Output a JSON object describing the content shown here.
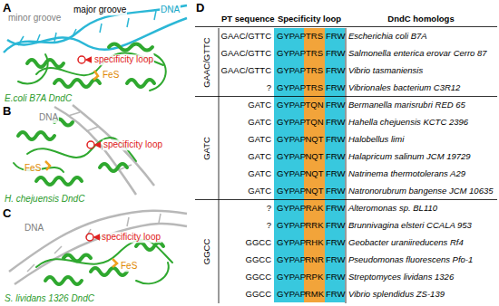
{
  "diagram": {
    "labels": [
      "A",
      "minor groove",
      "major groove",
      "DNA",
      "specificity loop",
      "FeS",
      "E.coli B7A DndC",
      "B",
      "DNA",
      "specificity loop",
      "FeS",
      "H. chejuensis DndC",
      "C",
      "DNA",
      "specificity loop",
      "FeS",
      "S. lividans 1326 DndC",
      "D",
      "PT sequence",
      "Specificity loop",
      "DndC homologs",
      "GAAC/GTTC",
      "GATC",
      "GGCC",
      "GAAC/GTTC",
      "GYPAP",
      "TRS",
      "FRW",
      "Escherichia coli B7A",
      "GAAC/GTTC",
      "GYPAP",
      "TRS",
      "FRW",
      "Salmonella enterica erovar Cerro 87",
      "GAAC/GTTC",
      "GYPAP",
      "TRS",
      "FRW",
      "Vibrio tasmaniensis",
      "?",
      "GYPAP",
      "TRS",
      "FRW",
      "Vibrionales bacterium C3R12",
      "GATC",
      "GYPAP",
      "TQN",
      "FRW",
      "Bermanella marisrubri RED 65",
      "GATC",
      "GYPAP",
      "TQN",
      "FRW",
      "Hahella chejuensis KCTC 2396",
      "GATC",
      "GYPAP",
      "NQT",
      "FRW",
      "Halobellus limi",
      "GATC",
      "GYPAP",
      "NQT",
      "FRW",
      "Halapricum salinum JCM 19729",
      "GATC",
      "GYPAP",
      "NQT",
      "FRW",
      "Natrinema thermotolerans A29",
      "GATC",
      "GYPAP",
      "NQT",
      "FRW",
      "Natronorubrum bangense JCM 10635",
      "?",
      "GYPAP",
      "RAK",
      "FRW",
      "Alteromonas sp. BL110",
      "?",
      "GYPAP",
      "RRK",
      "FRW",
      "Brunnivagina elsteri CCALA 953",
      "GGCC",
      "GYPAP",
      "RHK",
      "FRW",
      "Geobacter uraniireducens Rf4",
      "GGCC",
      "GYPAP",
      "RNR",
      "FRW",
      "Pseudomonas fluorescens Pfo-1",
      "GGCC",
      "GYPAP",
      "RPK",
      "FRW",
      "Streptomyces lividans 1326",
      "GGCC",
      "GYPAP",
      "RMK",
      "FRW",
      "Vibrio splendidus ZS-139"
    ]
  }
}
